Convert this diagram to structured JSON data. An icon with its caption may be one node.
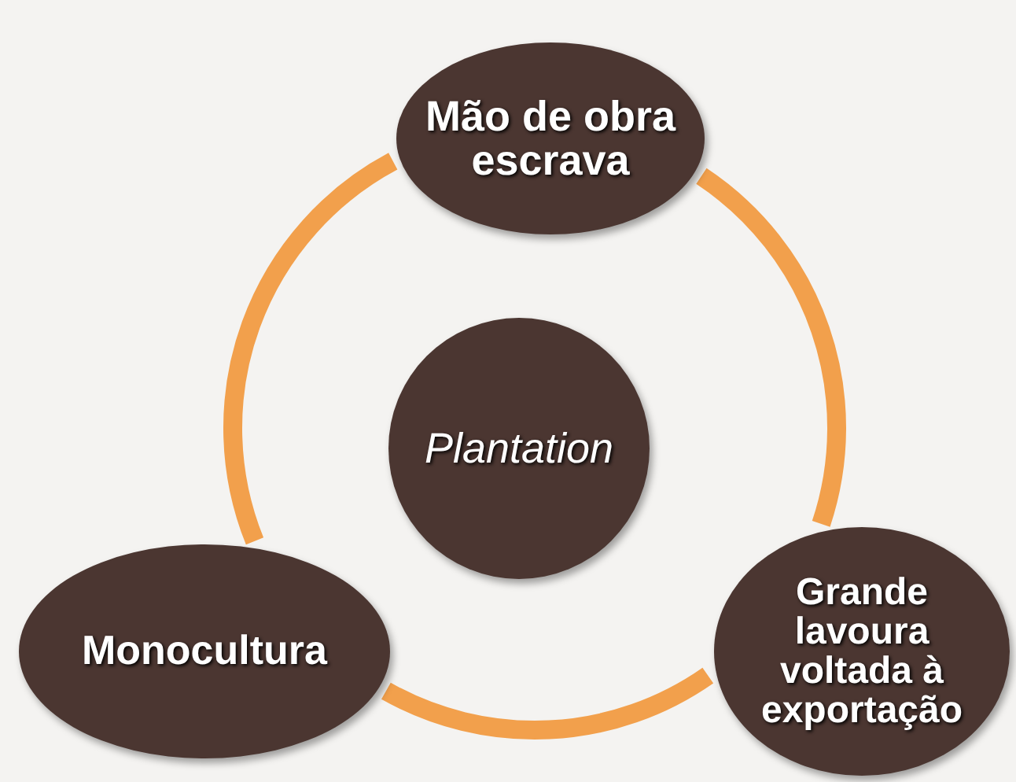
{
  "diagram": {
    "nodes": [
      {
        "text": [
          "Mão de obra escrava"
        ]
      },
      {
        "text": [
          "Plantation"
        ]
      },
      {
        "text": [
          "Monocultura"
        ]
      },
      {
        "text": [
          "Grande lavoura voltada à exportação"
        ]
      }
    ],
    "edges": [
      {
        "from": 0,
        "to": 3,
        "arrow": "none"
      },
      {
        "from": 3,
        "to": 2,
        "arrow": "none"
      },
      {
        "from": 2,
        "to": 0,
        "arrow": "none"
      }
    ]
  }
}
